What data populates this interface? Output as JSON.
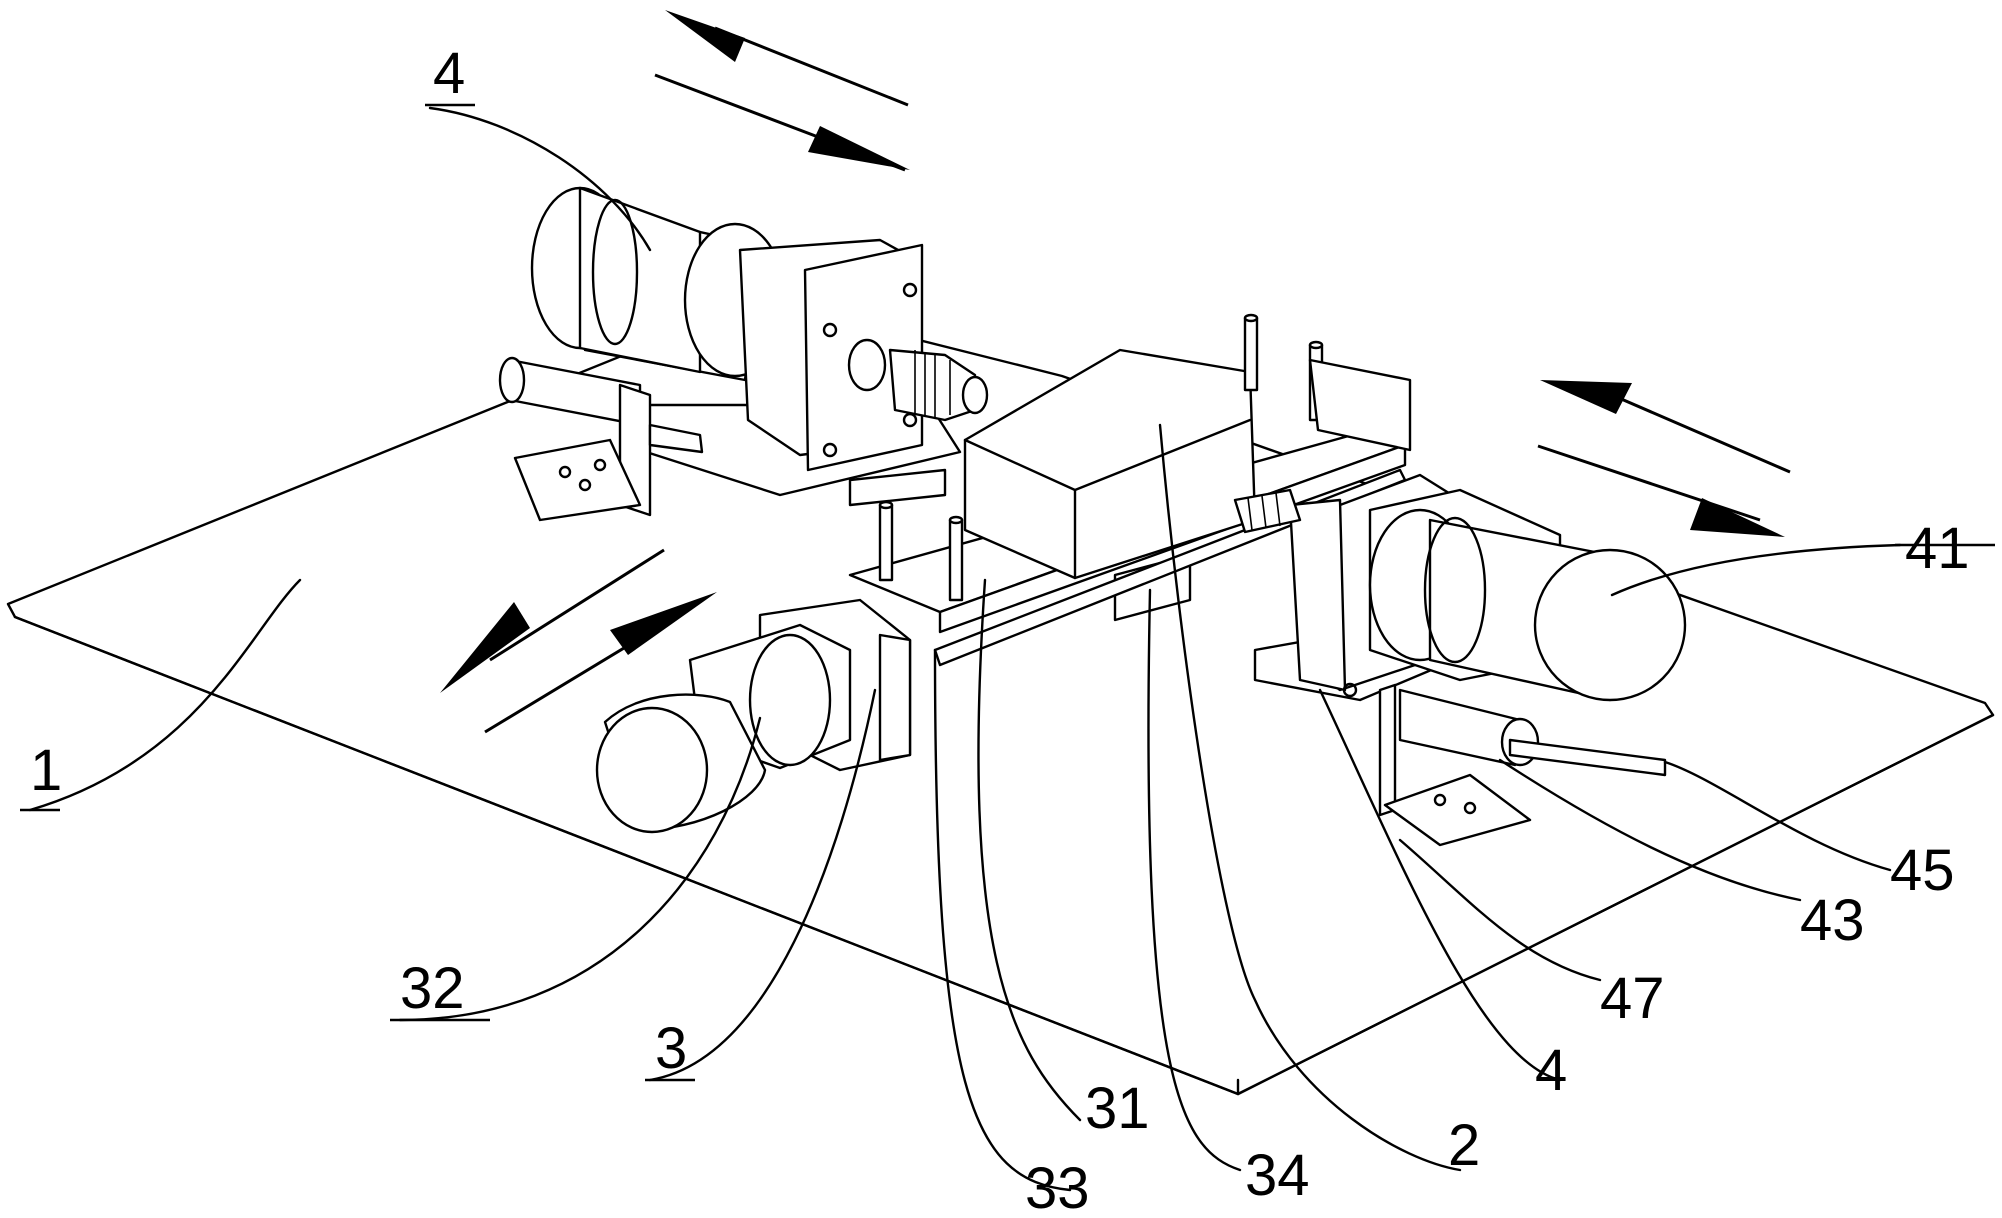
{
  "labels": {
    "l4_top": "4",
    "l41": "41",
    "l1": "1",
    "l45": "45",
    "l43": "43",
    "l32": "32",
    "l47": "47",
    "l3": "3",
    "l4_bottom": "4",
    "l31": "31",
    "l2": "2",
    "l34": "34",
    "l33": "33"
  },
  "colors": {
    "line": "#000000",
    "background": "#ffffff"
  }
}
